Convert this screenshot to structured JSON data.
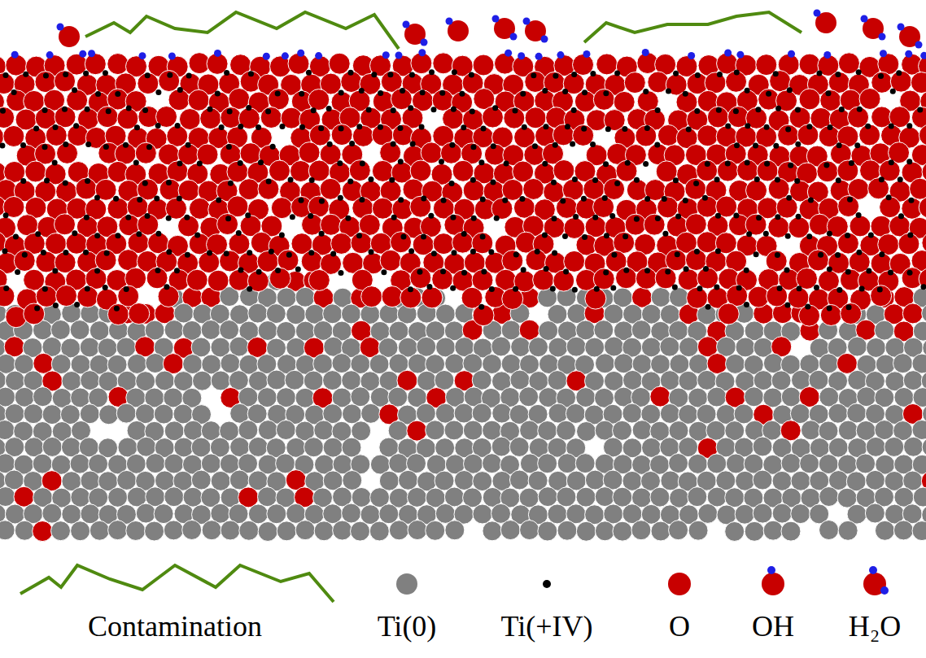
{
  "diagram": {
    "legend": [
      {
        "text": "Contamination"
      },
      {
        "text": "Ti(0)",
        "color": "#808080"
      },
      {
        "text": "Ti(+IV)",
        "color": "#000000"
      },
      {
        "text": "O",
        "color": "#c80000"
      },
      {
        "text": "OH"
      },
      {
        "text": "H₂O"
      }
    ]
  }
}
